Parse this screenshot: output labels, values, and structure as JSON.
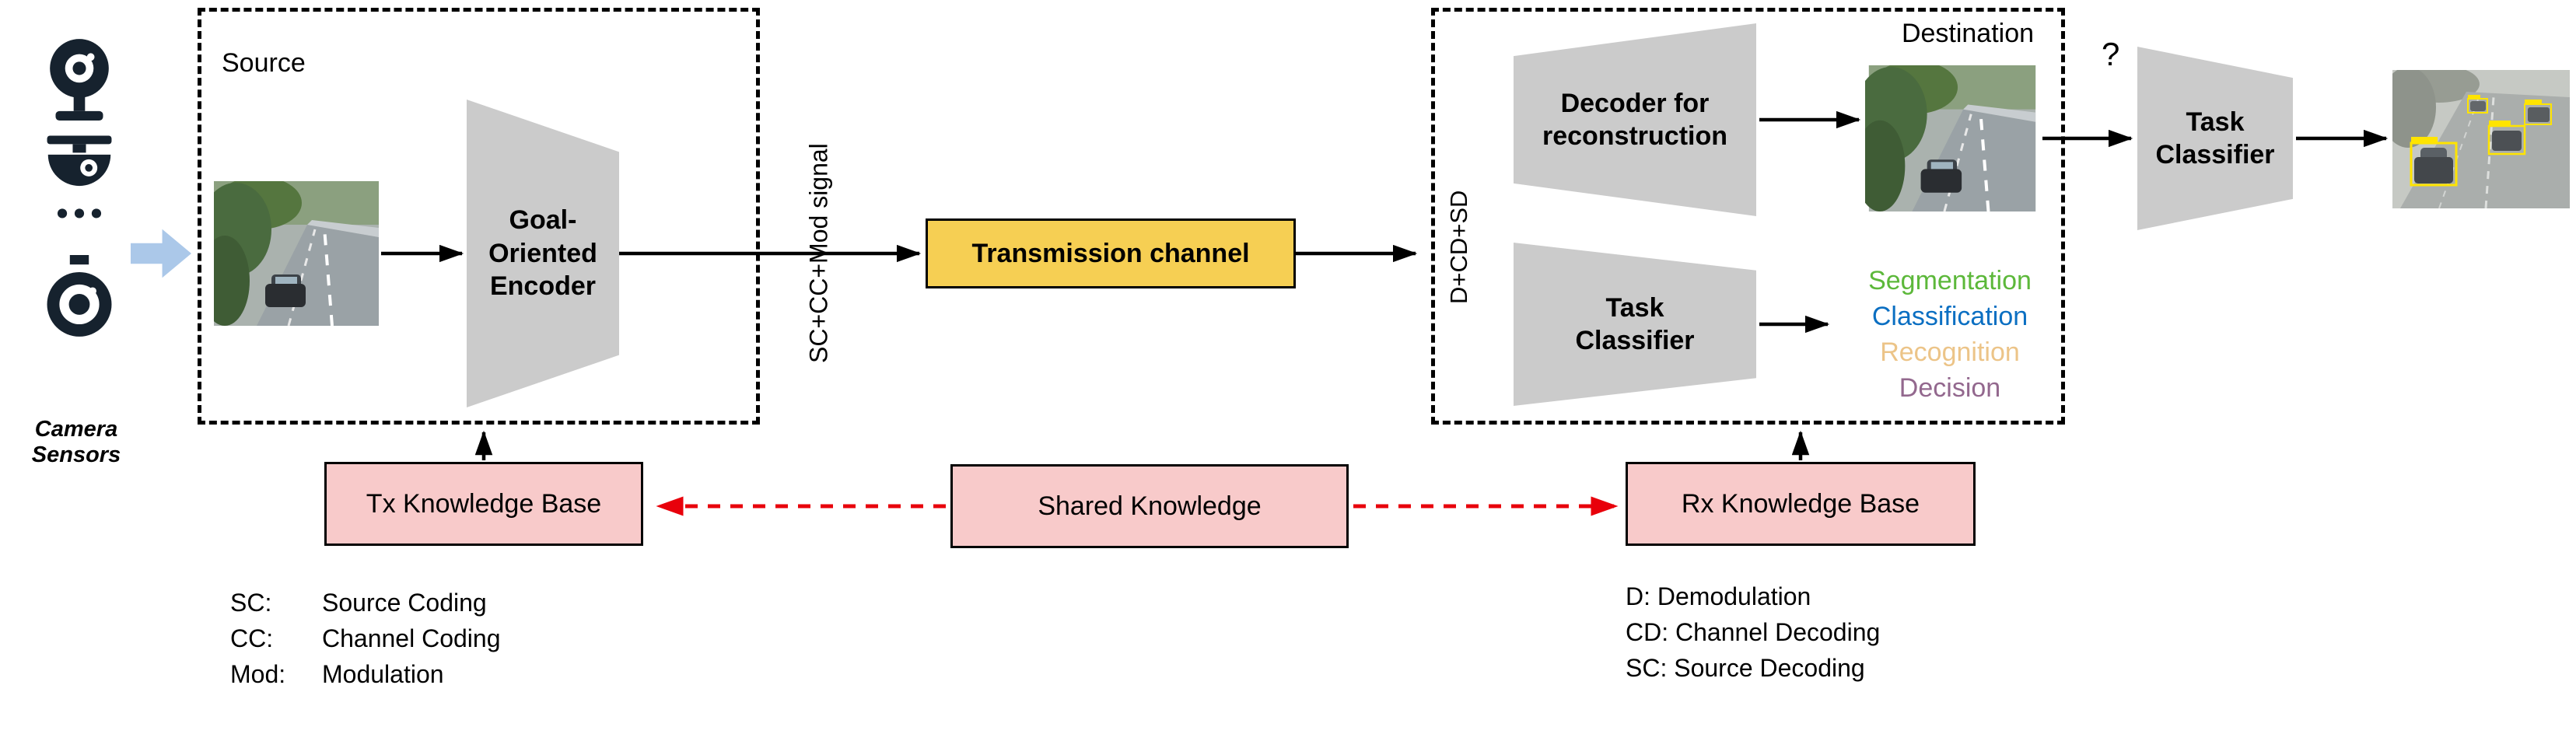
{
  "colors": {
    "trapezoid_gray": "#cbcbcb",
    "channel_yellow": "#f6cf53",
    "knowledge_pink": "#f8caca",
    "red_dashed_arrow": "#e8000b",
    "blue_block_arrow": "#abc8e9",
    "camera_icon_dark": "#16222e",
    "detection_yellow": "#ffe400"
  },
  "camera": {
    "label": "Camera Sensors"
  },
  "source_box": {
    "label": "Source"
  },
  "encoder": {
    "label": "Goal-Oriented Encoder"
  },
  "signal": {
    "label": "SC+CC+Mod signal"
  },
  "channel": {
    "label": "Transmission channel"
  },
  "destination_box": {
    "label": "Destination",
    "side_label": "D+CD+SD"
  },
  "decoder": {
    "label": "Decoder for reconstruction"
  },
  "task_classifier_rx": {
    "label": "Task Classifier"
  },
  "task_classifier_final": {
    "label": "Task Classifier"
  },
  "question_mark": "?",
  "outputs": [
    {
      "label": "Segmentation",
      "color": "#5cb83a"
    },
    {
      "label": "Classification",
      "color": "#0b6fc2"
    },
    {
      "label": "Recognition",
      "color": "#ecc488"
    },
    {
      "label": "Decision",
      "color": "#93688e"
    }
  ],
  "knowledge": {
    "tx": "Tx Knowledge Base",
    "shared": "Shared Knowledge",
    "rx": "Rx Knowledge Base"
  },
  "legend_left": [
    {
      "abbr": "SC:",
      "def": "Source Coding"
    },
    {
      "abbr": "CC:",
      "def": "Channel Coding"
    },
    {
      "abbr": "Mod:",
      "def": "Modulation"
    }
  ],
  "legend_right": [
    "D: Demodulation",
    "CD: Channel Decoding",
    "SC: Source Decoding"
  ]
}
